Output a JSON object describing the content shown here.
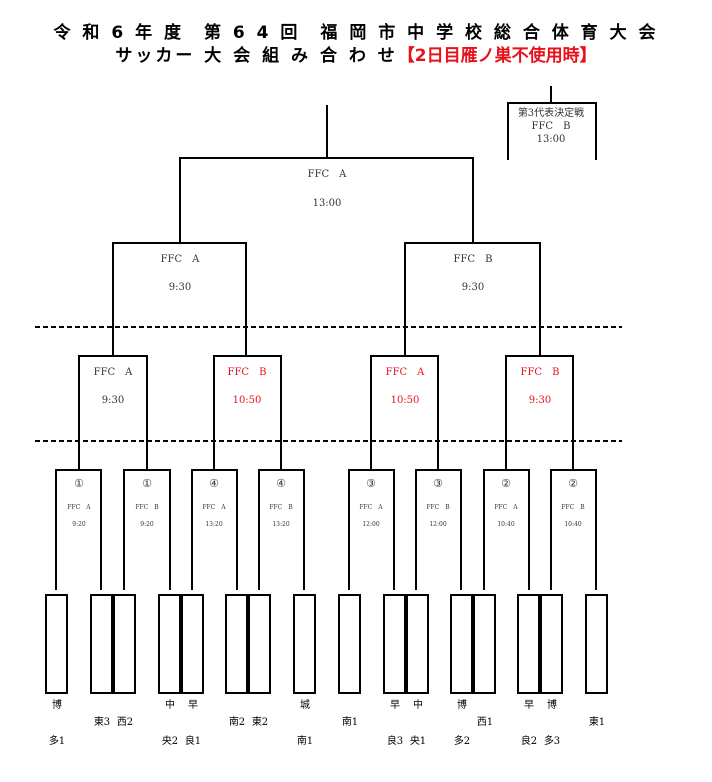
{
  "title": {
    "line1": "令 和 6 年 度　第 6 4 回　福 岡 市 中 学 校 総 合 体 育 大 会",
    "line2_main": "サッカー 大 会 組 み 合 わ せ",
    "line2_note": "【2日目雁ノ巣不使用時】"
  },
  "third_place": {
    "title": "第3代表決定戦",
    "field": "FFC　B",
    "time": "13:00"
  },
  "final": {
    "field": "FFC　A",
    "time": "13:00"
  },
  "semifinals": [
    {
      "field": "FFC　A",
      "time": "9:30"
    },
    {
      "field": "FFC　B",
      "time": "9:30"
    }
  ],
  "quarterfinals": [
    {
      "field": "FFC　A",
      "time": "9:30",
      "color": "#333333"
    },
    {
      "field": "FFC　B",
      "time": "10:50",
      "color": "#e8101a"
    },
    {
      "field": "FFC　A",
      "time": "10:50",
      "color": "#e8101a"
    },
    {
      "field": "FFC　B",
      "time": "9:30",
      "color": "#e8101a"
    }
  ],
  "first_round": [
    {
      "mark": "①",
      "field": "FFC　A",
      "time": "9:20"
    },
    {
      "mark": "①",
      "field": "FFC　B",
      "time": "9:20"
    },
    {
      "mark": "④",
      "field": "FFC　A",
      "time": "13:20"
    },
    {
      "mark": "④",
      "field": "FFC　B",
      "time": "13:20"
    },
    {
      "mark": "③",
      "field": "FFC　A",
      "time": "12:00"
    },
    {
      "mark": "③",
      "field": "FFC　B",
      "time": "12:00"
    },
    {
      "mark": "②",
      "field": "FFC　A",
      "time": "10:40"
    },
    {
      "mark": "②",
      "field": "FFC　B",
      "time": "10:40"
    }
  ],
  "seed_labels": [
    {
      "text": "博",
      "row": 1
    },
    {
      "text": "多1",
      "row": 3
    },
    {
      "text": "東3",
      "row": 2
    },
    {
      "text": "西2",
      "row": 2
    },
    {
      "text": "中",
      "row": 1
    },
    {
      "text": "央2",
      "row": 3
    },
    {
      "text": "早",
      "row": 1
    },
    {
      "text": "良1",
      "row": 3
    },
    {
      "text": "南2",
      "row": 2
    },
    {
      "text": "東2",
      "row": 2
    },
    {
      "text": "城",
      "row": 1
    },
    {
      "text": "南1",
      "row": 3
    },
    {
      "text": "南1",
      "row": 2
    },
    {
      "text": "早",
      "row": 1
    },
    {
      "text": "良3",
      "row": 3
    },
    {
      "text": "中",
      "row": 1
    },
    {
      "text": "央1",
      "row": 3
    },
    {
      "text": "博",
      "row": 1
    },
    {
      "text": "多2",
      "row": 3
    },
    {
      "text": "西1",
      "row": 2
    },
    {
      "text": "早",
      "row": 1
    },
    {
      "text": "良2",
      "row": 3
    },
    {
      "text": "博",
      "row": 1
    },
    {
      "text": "多3",
      "row": 3
    },
    {
      "text": "東1",
      "row": 2
    }
  ],
  "colors": {
    "line": "#000000",
    "red": "#e8101a",
    "gray": "#333333"
  }
}
